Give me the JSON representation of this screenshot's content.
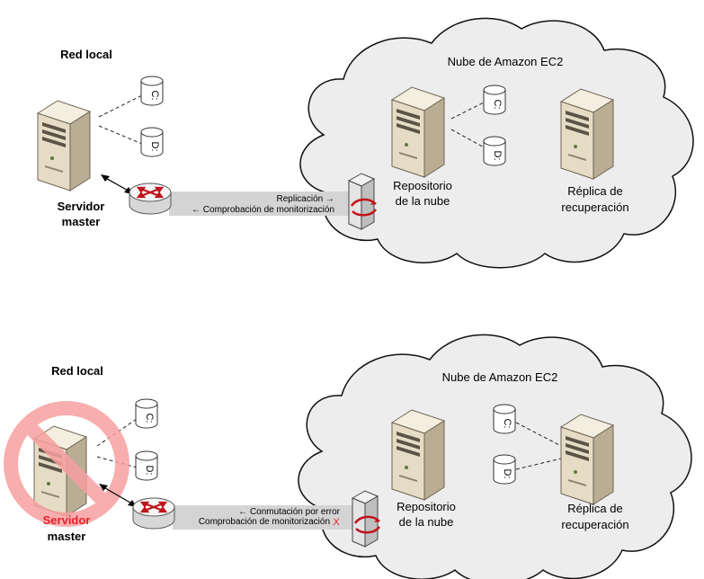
{
  "panels": [
    {
      "local_label": "Red local",
      "master_line1": "Servidor",
      "master_line2": "master",
      "master_line1_color": "#000000",
      "cloud_label": "Nube de Amazon EC2",
      "disk_c": "C:",
      "disk_d": "D:",
      "cloud_disk_c": "C:",
      "cloud_disk_d": "D:",
      "repo_line1": "Repositorio",
      "repo_line2": "de la nube",
      "replica_line1": "Réplica de",
      "replica_line2": "recuperación",
      "link_line1": "Replicación →",
      "link_line2": "← Comprobación de monitorización",
      "failed": false
    },
    {
      "local_label": "Red local",
      "master_line1": "Servidor",
      "master_line2": "master",
      "master_line1_color": "#e8202a",
      "cloud_label": "Nube de Amazon EC2",
      "disk_c": "C:",
      "disk_d": "D:",
      "cloud_disk_c": "C:",
      "cloud_disk_d": "D:",
      "repo_line1": "Repositorio",
      "repo_line2": "de la nube",
      "replica_line1": "Réplica de",
      "replica_line2": "recuperación",
      "link_line1": "← Conmutación por error",
      "link_line2": "Comprobación de monitorización",
      "link_fail_mark": "X",
      "failed": true
    }
  ],
  "colors": {
    "cloud_fill": "#ededed",
    "cloud_stroke": "#111111",
    "server_front": "#e6dcc6",
    "server_side": "#b9ad94",
    "server_top": "#f4eee0",
    "link_band": "#d4d4d4",
    "prohibit": "#f7a0a0",
    "fail_red": "#e8202a"
  }
}
